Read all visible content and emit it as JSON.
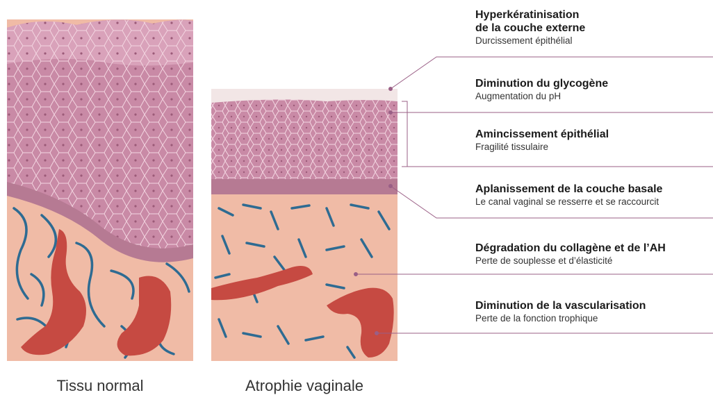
{
  "panels": {
    "normal": {
      "caption": "Tissu normal"
    },
    "atrophy": {
      "caption": "Atrophie vaginale"
    }
  },
  "annotations": [
    {
      "title_lines": [
        "Hyperkératinisation",
        "de la couche externe"
      ],
      "subtitle": "Durcissement épithélial"
    },
    {
      "title_lines": [
        "Diminution du glycogène"
      ],
      "subtitle": "Augmentation du pH"
    },
    {
      "title_lines": [
        "Amincissement épithélial"
      ],
      "subtitle": "Fragilité tissulaire"
    },
    {
      "title_lines": [
        "Aplanissement de la couche basale"
      ],
      "subtitle": "Le canal vaginal se resserre et se raccourcit"
    },
    {
      "title_lines": [
        "Dégradation du collagène et de l’AH"
      ],
      "subtitle": "Perte de souplesse et d’élasticité"
    },
    {
      "title_lines": [
        "Diminution de la vascularisation"
      ],
      "subtitle": "Perte de la fonction trophique"
    }
  ],
  "colors": {
    "epithelium": "#c98aa6",
    "epithelium_light": "#e3b9cb",
    "cell_outline": "#f3d6e1",
    "basal_layer": "#b67a93",
    "stroma": "#f0bba6",
    "collagen": "#2e6b92",
    "vessel": "#c64a42",
    "keratin": "#f2e6e6",
    "leader_line": "#9a5f86"
  }
}
